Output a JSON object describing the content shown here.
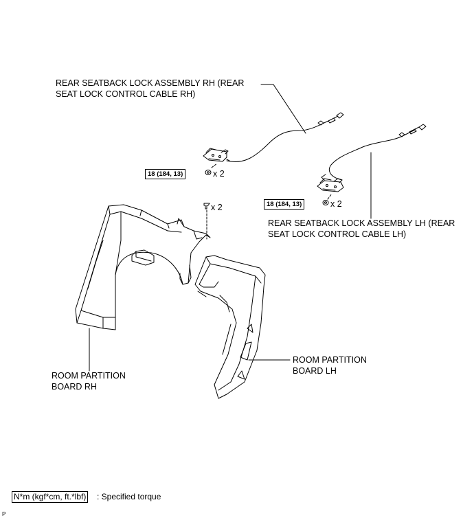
{
  "labels": {
    "rh_lock_line1": "REAR SEATBACK LOCK ASSEMBLY RH (REAR",
    "rh_lock_line2": "SEAT LOCK CONTROL CABLE RH)",
    "lh_lock_line1": "REAR SEATBACK LOCK ASSEMBLY LH (REAR",
    "lh_lock_line2": "SEAT LOCK CONTROL CABLE LH)",
    "board_rh_line1": "ROOM PARTITION",
    "board_rh_line2": "BOARD RH",
    "board_lh_line1": "ROOM PARTITION",
    "board_lh_line2": "BOARD LH"
  },
  "torque": {
    "rh": "18 (184, 13)",
    "lh": "18 (184, 13)"
  },
  "quantities": {
    "rh_nut": "x 2",
    "lh_nut": "x 2",
    "clip": "x 2"
  },
  "legend": {
    "unit": "N*m (kgf*cm, ft.*lbf)",
    "description": ": Specified torque"
  },
  "corner_mark": "P"
}
